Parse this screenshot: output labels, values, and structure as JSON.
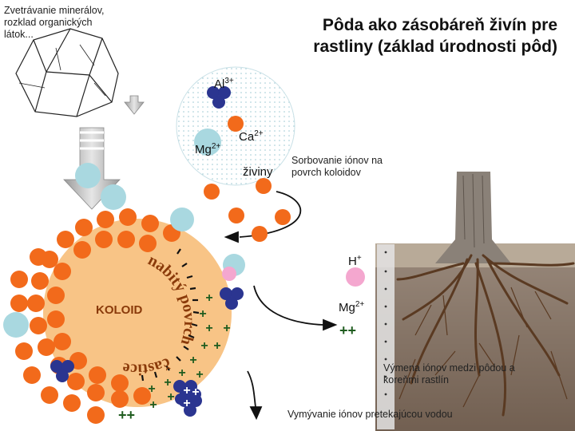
{
  "title": "Pôda ako zásobáreň živín pre rastliny (základ úrodnosti pôd)",
  "source_note": "Zvetrávanie minerálov, rozklad organických látok...",
  "ions": {
    "al": {
      "base": "Al",
      "charge": "3+"
    },
    "mg": {
      "base": "Mg",
      "charge": "2+"
    },
    "ca": {
      "base": "Ca",
      "charge": "2+"
    },
    "h": {
      "base": "H",
      "charge": "+"
    },
    "mg2": {
      "base": "Mg",
      "charge": "2+"
    }
  },
  "nutrients_label": "živiny",
  "sorption_note": "Sorbovanie iónov na povrch koloidov",
  "colloid_label": "KOLOID",
  "colloid_arc_top": "nabitý povrch",
  "colloid_arc_bottom": "častice",
  "double_plus": "++",
  "exchange_note": "Výmena iónov medzi pôdou a koreňmi rastlín",
  "leaching_note": "Vymývanie iónov pretekajúcou vodou",
  "colors": {
    "orange": "#f26a1b",
    "navy": "#2b3590",
    "lightblue": "#a9d8e0",
    "pink": "#f4a7cf",
    "colloid": "#f8c486",
    "plus_green": "#1f5c1f"
  }
}
